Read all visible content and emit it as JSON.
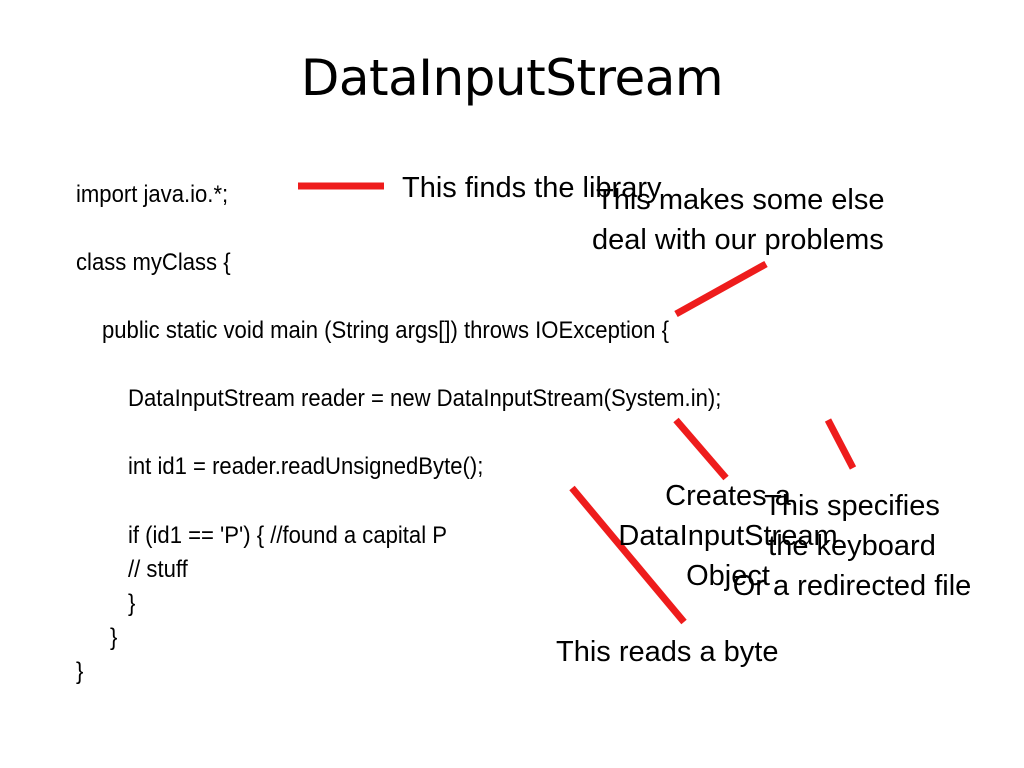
{
  "title": "DataInputStream",
  "code": {
    "line_import": "import java.io.*;",
    "line_class": "class myClass {",
    "line_main": "public static void main (String args[]) throws IOException {",
    "line_reader": "DataInputStream reader = new DataInputStream(System.in);",
    "line_read": "int id1 = reader.readUnsignedByte();",
    "line_if": "if (id1 == 'P') { //found a capital P",
    "line_stuff": "// stuff",
    "line_close_if": "}",
    "line_close_main": "}",
    "line_close_class": "}"
  },
  "callouts": {
    "finds_library": "This finds the library",
    "else_problems": [
      "This makes some else",
      "deal with our problems"
    ],
    "creates_object": [
      "Creates a",
      "DataInputStream",
      "Object"
    ],
    "specifies_keyboard": [
      "This specifies",
      "the keyboard",
      "Or a redirected file"
    ],
    "reads_byte": "This reads a byte"
  },
  "colors": {
    "arrow": "#ee1c1c",
    "text": "#000000",
    "background": "#ffffff"
  }
}
